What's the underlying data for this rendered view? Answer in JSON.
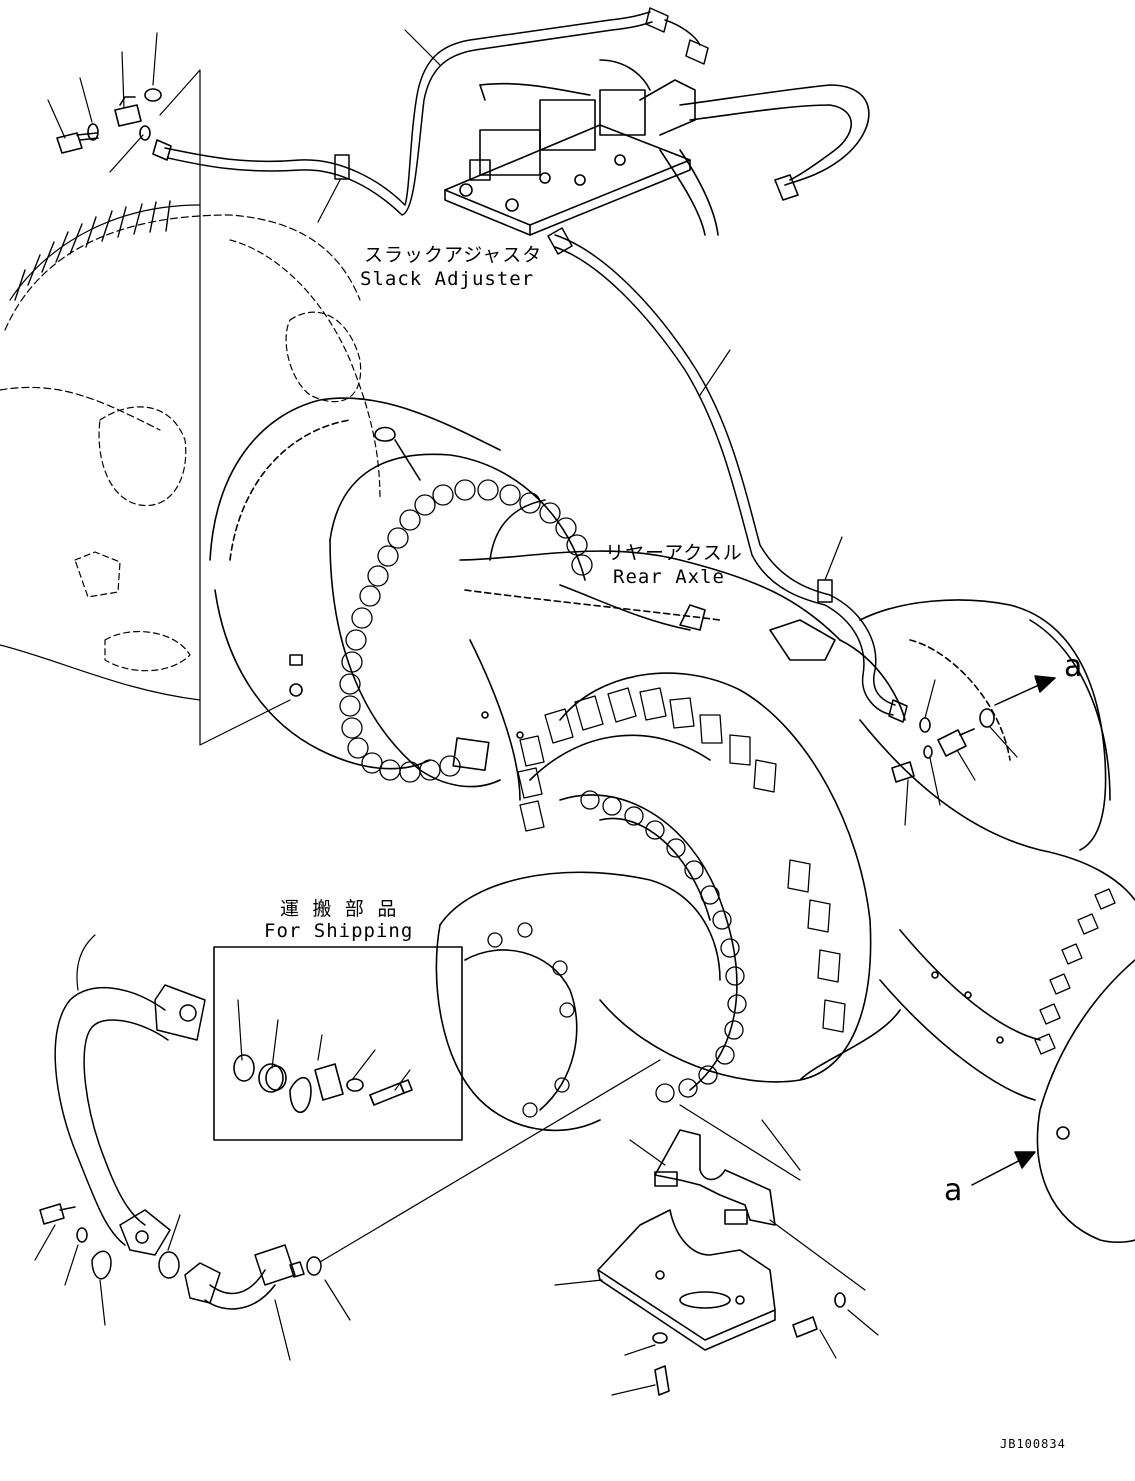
{
  "labels": {
    "slack_adjuster_jp": "スラックアジャスタ",
    "slack_adjuster_en": "Slack Adjuster",
    "rear_axle_jp": "リヤーアクスル",
    "rear_axle_en": "Rear Axle",
    "shipping_jp": "運 搬 部 品",
    "shipping_en": "For Shipping"
  },
  "view_marker": "a",
  "drawing_id": "JB100834",
  "colors": {
    "line": "#000000",
    "background": "#ffffff"
  }
}
